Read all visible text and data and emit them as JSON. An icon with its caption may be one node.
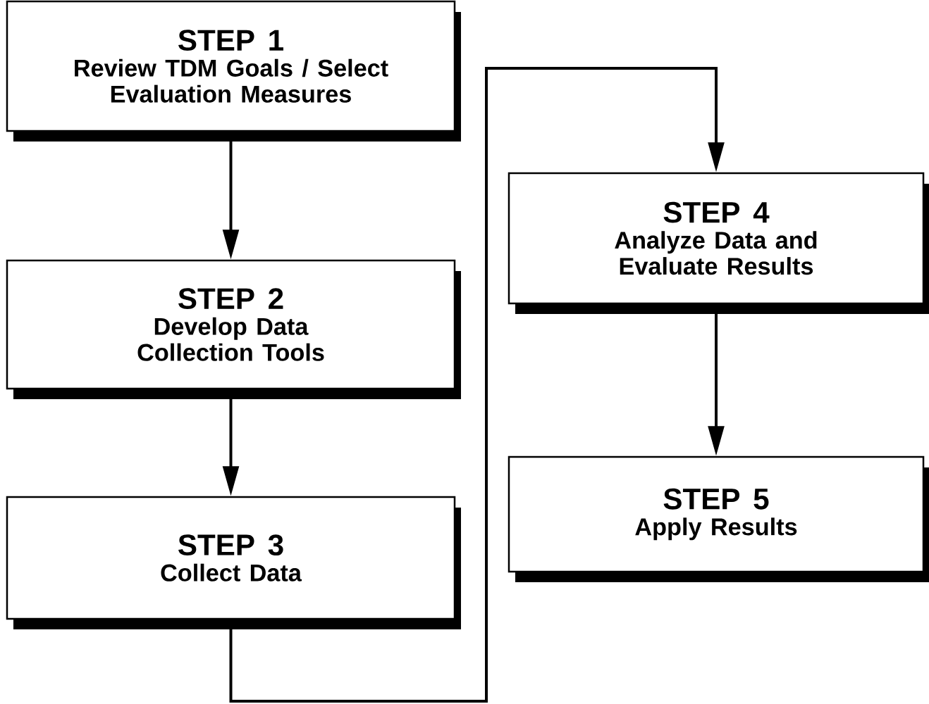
{
  "diagram": {
    "nodes": [
      {
        "text": [
          "STEP 1",
          "Review TDM Goals / Select Evaluation Measures"
        ]
      },
      {
        "text": [
          "STEP 2",
          "Develop Data Collection Tools"
        ]
      },
      {
        "text": [
          "STEP 3",
          "Collect Data"
        ]
      },
      {
        "text": [
          "STEP 4",
          "Analyze Data and Evaluate Results"
        ]
      },
      {
        "text": [
          "STEP 5",
          "Apply Results"
        ]
      }
    ],
    "edges": [
      {
        "from": 0,
        "to": 1,
        "arrow": "to"
      },
      {
        "from": 1,
        "to": 2,
        "arrow": "to"
      },
      {
        "from": 2,
        "to": 3,
        "arrow": "to"
      },
      {
        "from": 3,
        "to": 4,
        "arrow": "to"
      }
    ]
  }
}
